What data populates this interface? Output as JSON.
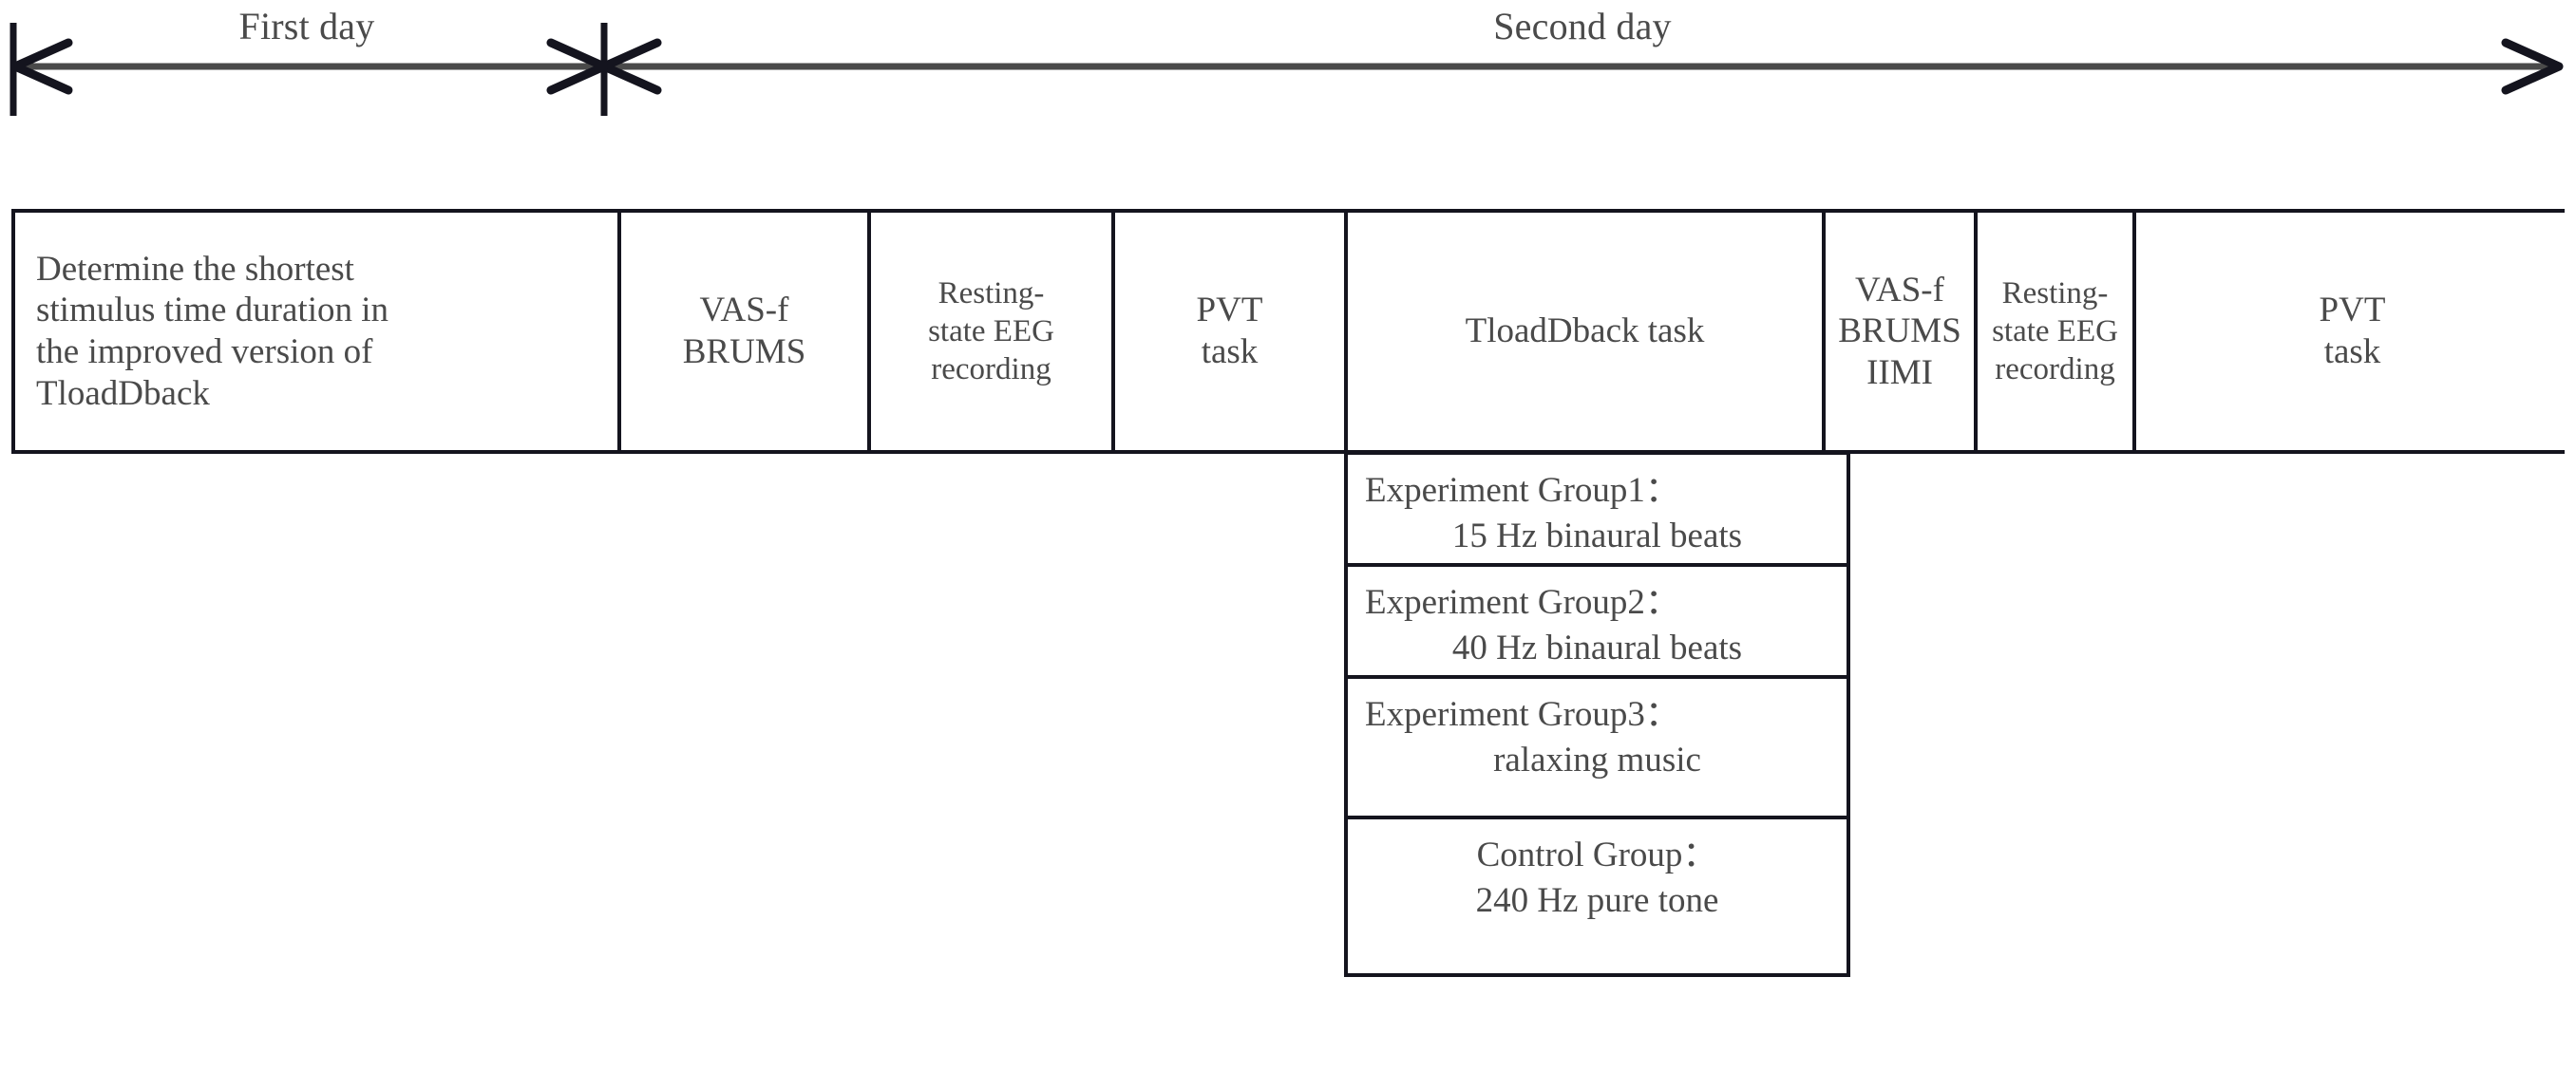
{
  "timeline": {
    "segments": [
      {
        "label": "First day"
      },
      {
        "label": "Second day"
      }
    ],
    "line_color": "#4a4a4a",
    "tick_color": "#14141e"
  },
  "process_row": {
    "border_color": "#14141e",
    "text_color": "#4a4a4a",
    "cells": [
      {
        "name": "determine-stimulus-duration",
        "align": "left",
        "lines": [
          "Determine the shortest",
          "stimulus time duration in",
          "the improved version of",
          "TloadDback"
        ]
      },
      {
        "name": "vas-f-brums-pre",
        "align": "center",
        "lines": [
          "VAS-f",
          "BRUMS"
        ]
      },
      {
        "name": "resting-state-eeg-pre",
        "align": "center",
        "lines": [
          "Resting-",
          "state EEG",
          "recording"
        ]
      },
      {
        "name": "pvt-task-pre",
        "align": "center",
        "lines": [
          "PVT",
          "task"
        ]
      },
      {
        "name": "tloaddback-task",
        "align": "center",
        "lines": [
          "TloadDback task"
        ]
      },
      {
        "name": "vas-f-brums-iimi-post",
        "align": "center",
        "lines": [
          "VAS-f",
          "BRUMS",
          "IIMI"
        ]
      },
      {
        "name": "resting-state-eeg-post",
        "align": "center",
        "lines": [
          "Resting-",
          "state EEG",
          "recording"
        ]
      },
      {
        "name": "pvt-task-post",
        "align": "center",
        "lines": [
          "PVT",
          "task"
        ]
      }
    ]
  },
  "condition_groups": [
    {
      "name": "experiment-group-1",
      "title": "Experiment Group1：",
      "detail": "15 Hz binaural beats"
    },
    {
      "name": "experiment-group-2",
      "title": "Experiment Group2：",
      "detail": "40 Hz binaural beats"
    },
    {
      "name": "experiment-group-3",
      "title": "Experiment Group3：",
      "detail": "ralaxing music"
    },
    {
      "name": "control-group",
      "title": "Control Group：",
      "detail": "240 Hz pure tone"
    }
  ]
}
